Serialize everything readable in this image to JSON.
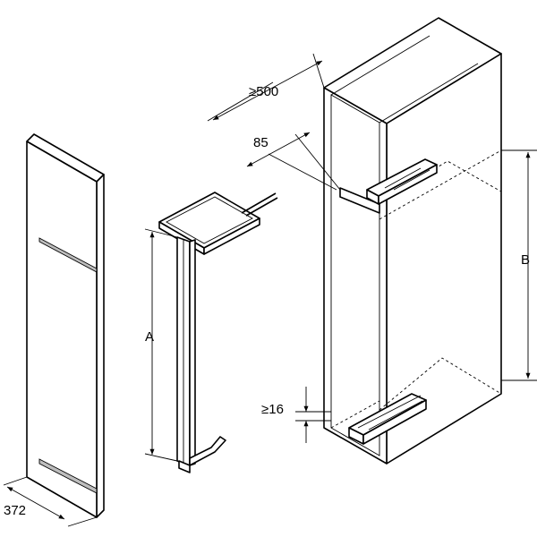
{
  "dimensions": {
    "depth_min": "≥500",
    "offset": "85",
    "height_b": "B",
    "height_a": "A",
    "bottom_min": "≥16",
    "panel_width": "372"
  }
}
